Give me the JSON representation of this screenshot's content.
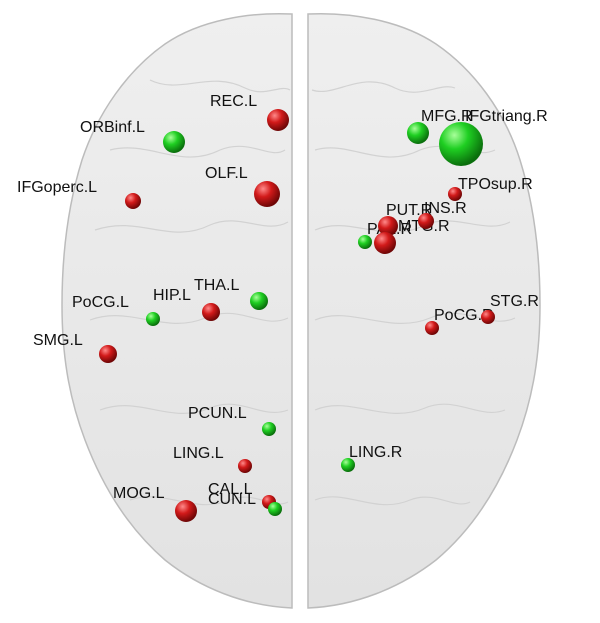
{
  "colors": {
    "red": "#d21a1a",
    "green": "#1fcf22",
    "brain_fill": "#e8e8e8",
    "brain_stroke": "#bcbcbc"
  },
  "regions": [
    {
      "id": "rec-l",
      "label": "REC.L",
      "color": "red"
    },
    {
      "id": "orbinf-l",
      "label": "ORBinf.L",
      "color": "green"
    },
    {
      "id": "olf-l",
      "label": "OLF.L",
      "color": "red"
    },
    {
      "id": "ifgoperc-l",
      "label": "IFGoperc.L",
      "color": "red"
    },
    {
      "id": "tha-l",
      "label": "THA.L",
      "color": "green"
    },
    {
      "id": "hip-l",
      "label": "HIP.L",
      "color": "red"
    },
    {
      "id": "pocg-l",
      "label": "PoCG.L",
      "color": "green"
    },
    {
      "id": "smg-l",
      "label": "SMG.L",
      "color": "red"
    },
    {
      "id": "pcun-l",
      "label": "PCUN.L",
      "color": "green"
    },
    {
      "id": "ling-l",
      "label": "LING.L",
      "color": "red"
    },
    {
      "id": "mog-l",
      "label": "MOG.L",
      "color": "red"
    },
    {
      "id": "cal-l",
      "label": "CAL.L",
      "color": "red"
    },
    {
      "id": "cun-l",
      "label": "CUN.L",
      "color": "green"
    },
    {
      "id": "mfg-r",
      "label": "MFG.R",
      "color": "green"
    },
    {
      "id": "ifgtriang-r",
      "label": "IFGtriang.R",
      "color": "green"
    },
    {
      "id": "tposup-r",
      "label": "TPOsup.R",
      "color": "red"
    },
    {
      "id": "put-r",
      "label": "PUT.R",
      "color": "red"
    },
    {
      "id": "ins-r",
      "label": "INS.R",
      "color": "red"
    },
    {
      "id": "pal-r",
      "label": "PAL.R",
      "color": "green"
    },
    {
      "id": "mtg-r",
      "label": "MTG.R",
      "color": "red"
    },
    {
      "id": "stg-r",
      "label": "STG.R",
      "color": "red"
    },
    {
      "id": "pocg-r",
      "label": "PoCG.R",
      "color": "red"
    },
    {
      "id": "ling-r",
      "label": "LING.R",
      "color": "green"
    }
  ]
}
